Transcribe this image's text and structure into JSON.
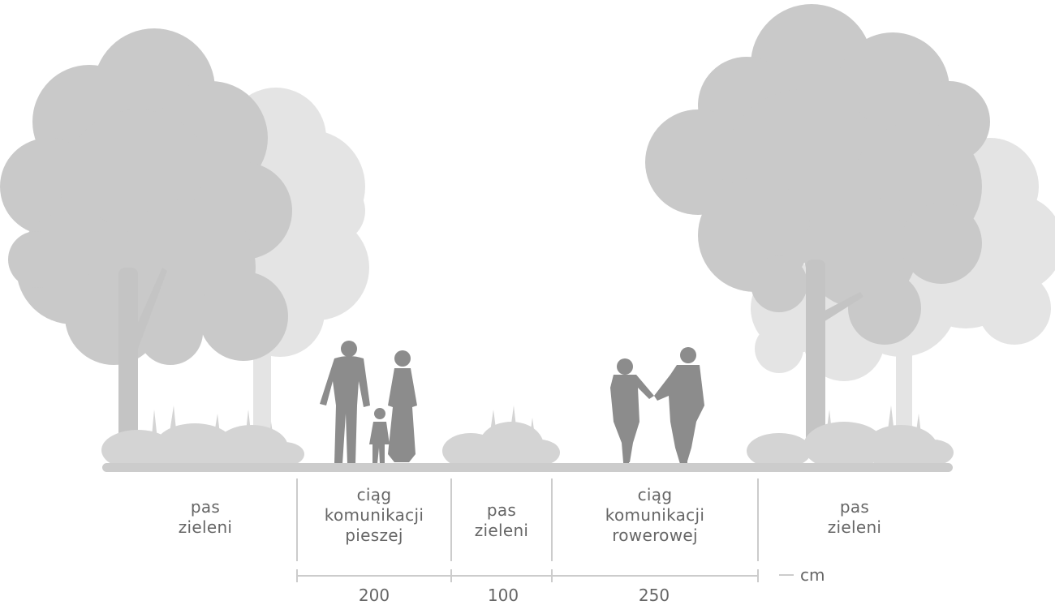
{
  "zones": [
    {
      "id": "green-left",
      "lines": [
        "pas",
        "zieleni"
      ]
    },
    {
      "id": "pedestrian",
      "lines": [
        "ciąg",
        "komunikacji",
        "pieszej"
      ]
    },
    {
      "id": "green-middle",
      "lines": [
        "pas",
        "zieleni"
      ]
    },
    {
      "id": "bicycle",
      "lines": [
        "ciąg",
        "komunikacji",
        "rowerowej"
      ]
    },
    {
      "id": "green-right",
      "lines": [
        "pas",
        "zieleni"
      ]
    }
  ],
  "dimensions": [
    {
      "value": "200"
    },
    {
      "value": "100"
    },
    {
      "value": "250"
    }
  ],
  "unit": "cm",
  "colors": {
    "tree_front": "#c9c9c9",
    "tree_back": "#e4e4e4",
    "trunk": "#c4c4c4",
    "people": "#8c8c8c",
    "ground": "#cccccc",
    "lines": "#cccccc",
    "text": "#666666"
  }
}
